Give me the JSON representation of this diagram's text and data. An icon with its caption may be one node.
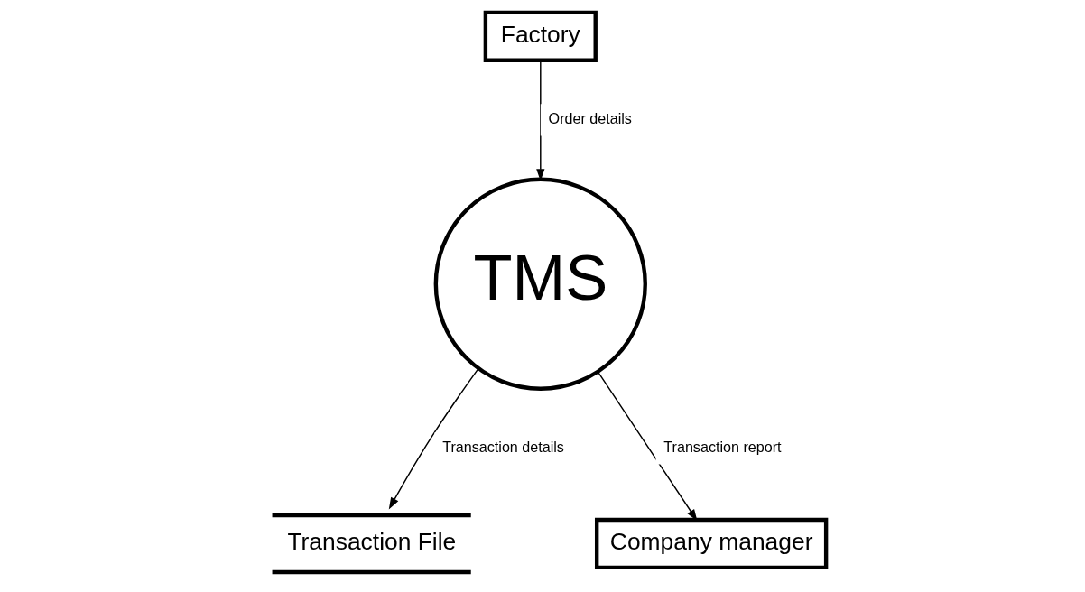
{
  "diagram": {
    "nodes": [
      {
        "text": [
          "Factory"
        ]
      },
      {
        "text": [
          "TMS"
        ]
      },
      {
        "text": [
          "Transaction File"
        ]
      },
      {
        "text": [
          "Company manager"
        ]
      }
    ],
    "edges": [
      {
        "from": 0,
        "to": 1,
        "arrow": "to",
        "label": "Order details"
      },
      {
        "from": 1,
        "to": 2,
        "arrow": "to",
        "label": "Transaction details"
      },
      {
        "from": 1,
        "to": 3,
        "arrow": "to",
        "label": "Transaction report"
      }
    ]
  }
}
